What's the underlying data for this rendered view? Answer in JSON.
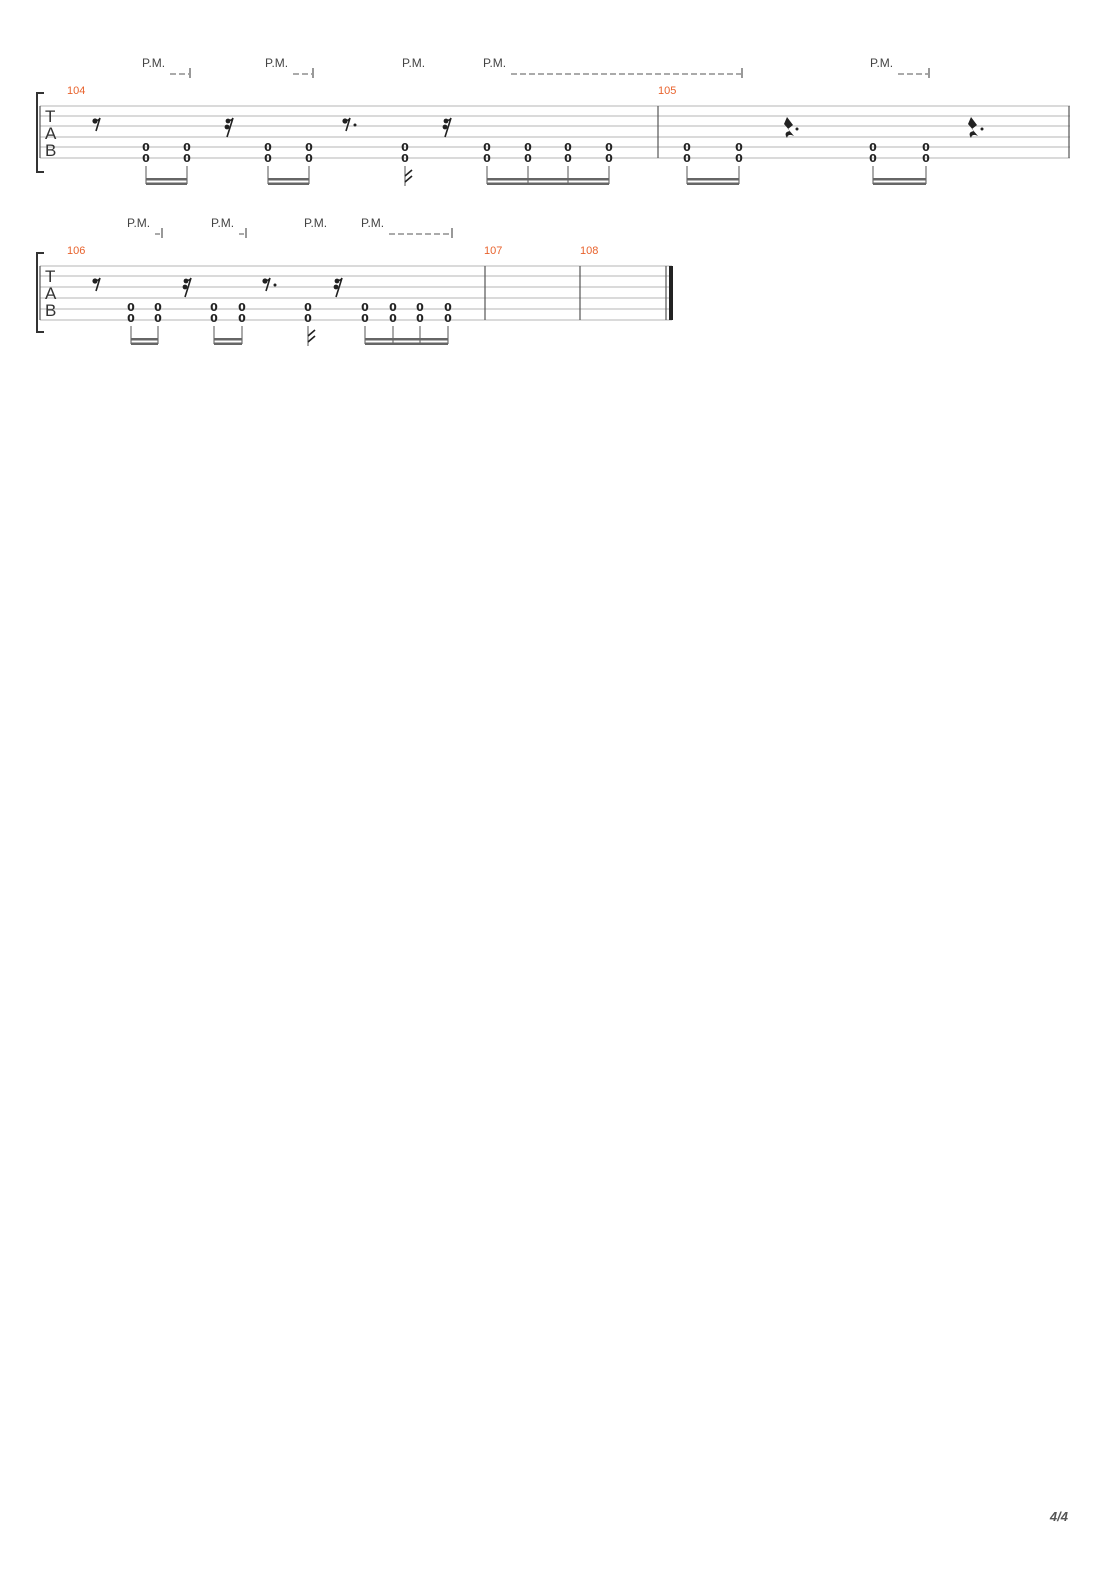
{
  "score": {
    "tab_letters": [
      "T",
      "A",
      "B"
    ],
    "palm_mute_label": "P.M.",
    "measures": [
      {
        "number": "104",
        "notes": [
          {
            "fret": "0"
          },
          {
            "fret": "0"
          },
          {
            "fret": "0"
          },
          {
            "fret": "0"
          },
          {
            "fret": "0"
          },
          {
            "fret": "0"
          },
          {
            "fret": "0"
          },
          {
            "fret": "0"
          },
          {
            "fret": "0"
          }
        ]
      },
      {
        "number": "105",
        "notes": [
          {
            "fret": "0"
          },
          {
            "fret": "0"
          },
          {
            "fret": "0"
          },
          {
            "fret": "0"
          }
        ]
      },
      {
        "number": "106",
        "notes": [
          {
            "fret": "0"
          },
          {
            "fret": "0"
          },
          {
            "fret": "0"
          },
          {
            "fret": "0"
          },
          {
            "fret": "0"
          },
          {
            "fret": "0"
          },
          {
            "fret": "0"
          },
          {
            "fret": "0"
          },
          {
            "fret": "0"
          }
        ]
      },
      {
        "number": "107",
        "notes": []
      },
      {
        "number": "108",
        "notes": []
      }
    ]
  },
  "footer": {
    "page_number": "4/4"
  }
}
